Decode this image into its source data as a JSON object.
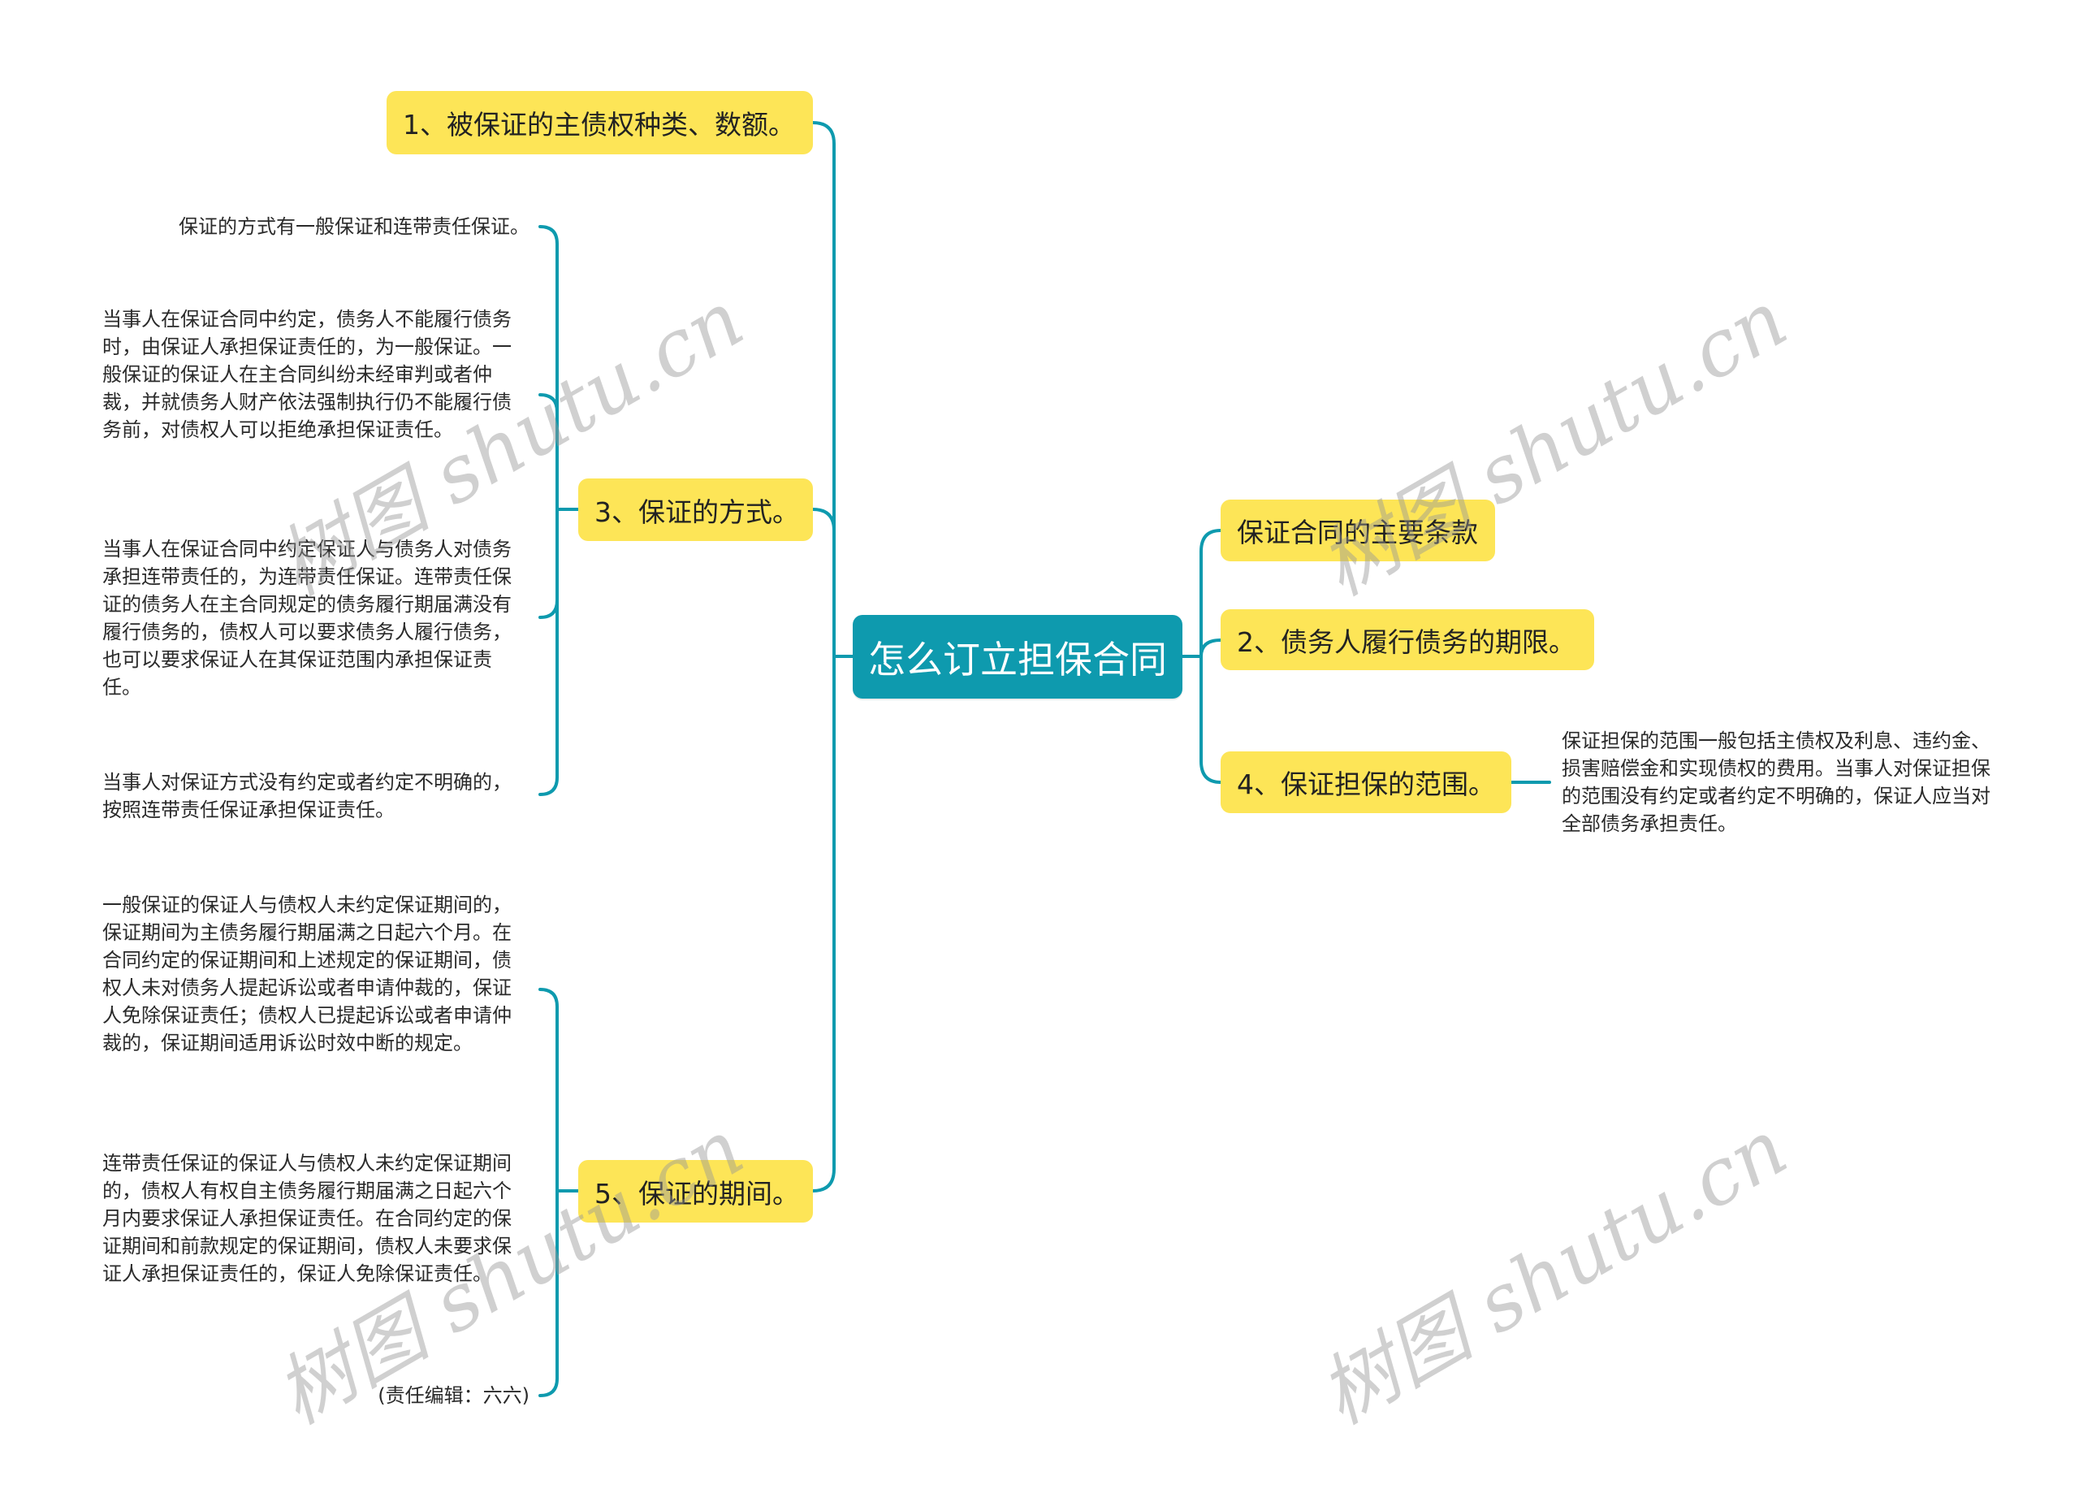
{
  "root": {
    "label": "怎么订立担保合同"
  },
  "left_branches": [
    {
      "label": "1、被保证的主债权种类、数额。",
      "children": []
    },
    {
      "label": "3、保证的方式。",
      "children": [
        "保证的方式有一般保证和连带责任保证。",
        "当事人在保证合同中约定，债务人不能履行债务时，由保证人承担保证责任的，为一般保证。一般保证的保证人在主合同纠纷未经审判或者仲裁，并就债务人财产依法强制执行仍不能履行债务前，对债权人可以拒绝承担保证责任。",
        "当事人在保证合同中约定保证人与债务人对债务承担连带责任的，为连带责任保证。连带责任保证的债务人在主合同规定的债务履行期届满没有履行债务的，债权人可以要求债务人履行债务，也可以要求保证人在其保证范围内承担保证责任。",
        "当事人对保证方式没有约定或者约定不明确的，按照连带责任保证承担保证责任。"
      ]
    },
    {
      "label": "5、保证的期间。",
      "children": [
        "一般保证的保证人与债权人未约定保证期间的，保证期间为主债务履行期届满之日起六个月。在合同约定的保证期间和上述规定的保证期间，债权人未对债务人提起诉讼或者申请仲裁的，保证人免除保证责任；债权人已提起诉讼或者申请仲裁的，保证期间适用诉讼时效中断的规定。",
        "连带责任保证的保证人与债权人未约定保证期间的，债权人有权自主债务履行期届满之日起六个月内要求保证人承担保证责任。在合同约定的保证期间和前款规定的保证期间，债权人未要求保证人承担保证责任的，保证人免除保证责任。",
        "(责任编辑：六六)"
      ]
    }
  ],
  "right_branches": [
    {
      "label": "保证合同的主要条款",
      "children": []
    },
    {
      "label": "2、债务人履行债务的期限。",
      "children": []
    },
    {
      "label": "4、保证担保的范围。",
      "children": [
        "保证担保的范围一般包括主债权及利息、违约金、损害赔偿金和实现债权的费用。当事人对保证担保的范围没有约定或者约定不明确的，保证人应当对全部债务承担责任。"
      ]
    }
  ],
  "watermark": {
    "text": "树图 shutu.cn"
  },
  "colors": {
    "line": "#0E9AAE",
    "root_bg": "#0E9AAE",
    "node_bg": "#FDE557",
    "text": "#222222"
  }
}
